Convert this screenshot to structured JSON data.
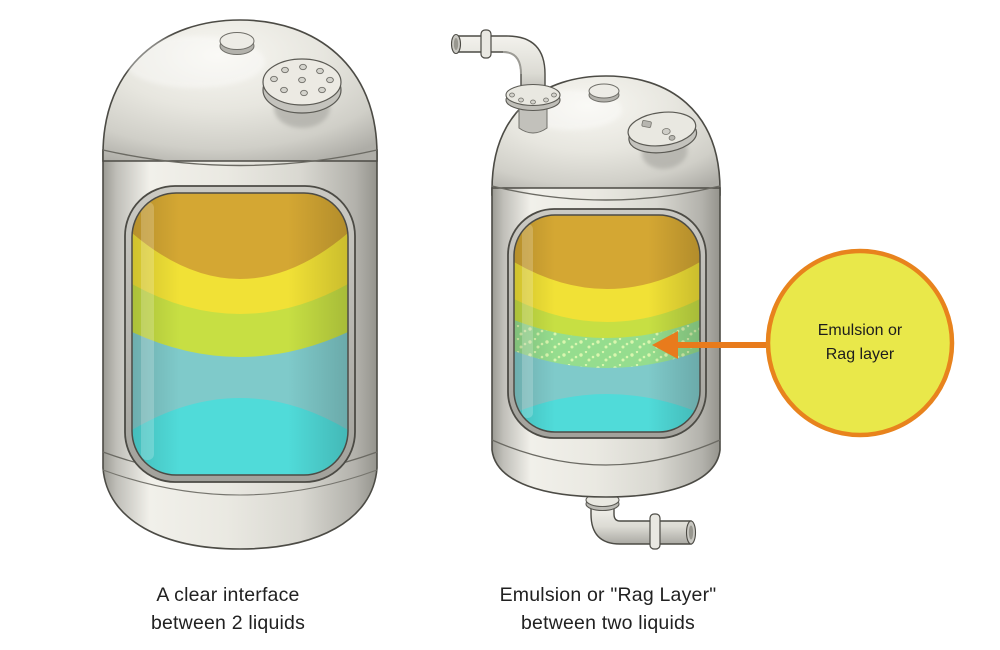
{
  "background_color": "#ffffff",
  "text_color": "#212121",
  "left_figure": {
    "caption_line1": "A clear interface",
    "caption_line2": "between 2 liquids",
    "layers": {
      "surface_gold": "#d4a733",
      "yellow": "#f1e136",
      "yellow_green": "#c7df43",
      "teal": "#7fcaca",
      "bottom_cyan": "#50dbd9"
    }
  },
  "right_figure": {
    "caption_line1": "Emulsion or \"Rag Layer\"",
    "caption_line2": "between two liquids",
    "layers": {
      "surface_gold": "#d4a733",
      "yellow": "#f1e136",
      "yellow_green": "#c7df43",
      "emulsion_green": "#95dd8e",
      "emulsion_speckle": "#d9f6ae",
      "teal": "#7fcaca",
      "bottom_cyan": "#50dbd9"
    }
  },
  "callout": {
    "label_line1": "Emulsion or",
    "label_line2": "Rag layer",
    "circle_fill": "#e9e84a",
    "circle_border": "#e8831d",
    "arrow_color": "#e87b1c",
    "label_color": "#1d1d1d"
  },
  "vessel": {
    "metal_light": "#f0efe9",
    "metal_dark": "#9b9a93",
    "outline": "#4c4b45"
  }
}
